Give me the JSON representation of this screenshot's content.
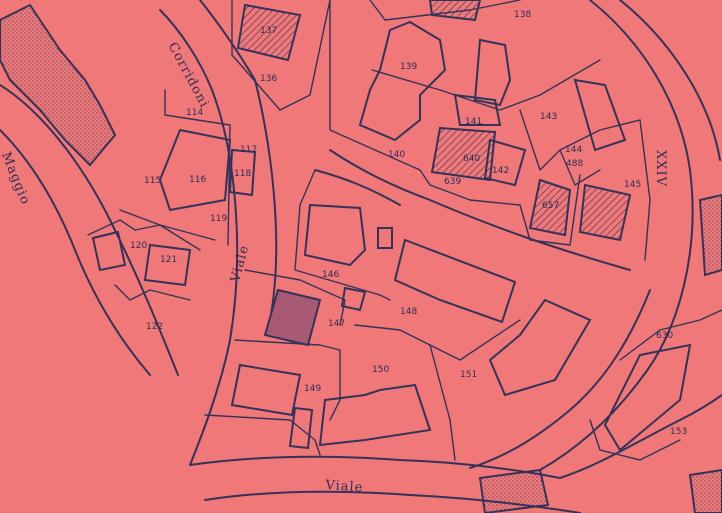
{
  "streets": {
    "corridoni": "Corridoni",
    "maggio": "Maggio",
    "viale_left": "Viale",
    "viale_bottom": "Viale",
    "xxiv": "XXIV"
  },
  "parcels": {
    "p138": "138",
    "p137": "137",
    "p136": "136",
    "p139": "139",
    "p114": "114",
    "p117": "117",
    "p118": "118",
    "p115": "115",
    "p116": "116",
    "p119": "119",
    "p141": "141",
    "p140": "140",
    "p640": "640",
    "p639": "639",
    "p142": "142",
    "p143": "143",
    "p144": "144",
    "p488": "488",
    "p145": "145",
    "p657": "657",
    "p120": "120",
    "p121": "121",
    "p122": "122",
    "p146": "146",
    "p147": "147",
    "p148": "148",
    "p150": "150",
    "p151": "151",
    "p149": "149",
    "p630": "630",
    "p153": "153"
  },
  "colors": {
    "background": "#f07878",
    "ink": "#33335a",
    "highlight": "#a85a75"
  }
}
